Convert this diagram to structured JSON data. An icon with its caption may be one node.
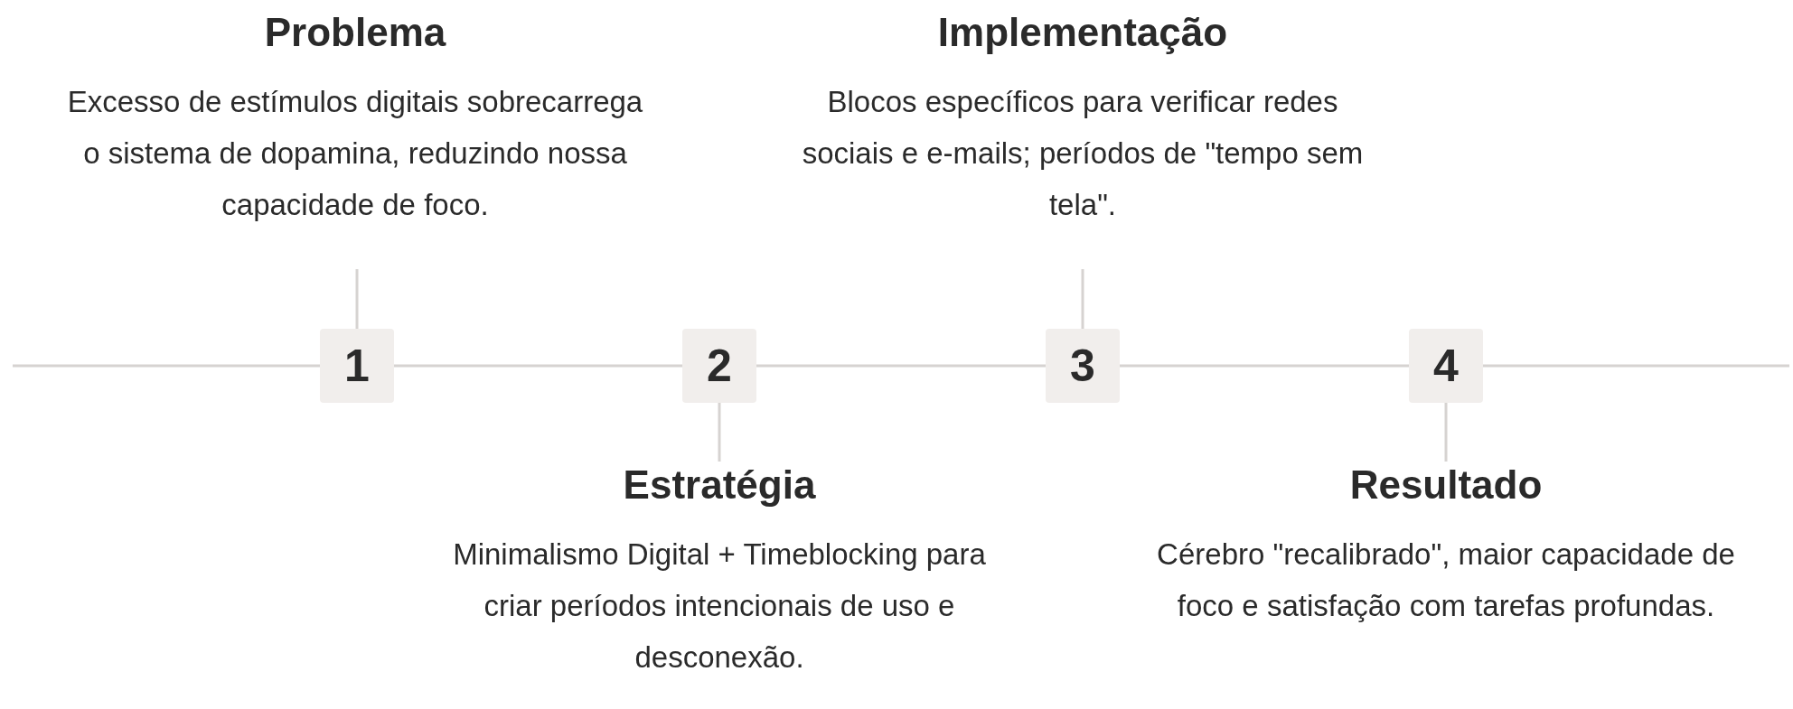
{
  "diagram": {
    "nodes": [
      {
        "text": [
          "Problema",
          "Excesso de estímulos digitais sobrecarrega o sistema de dopamina, reduzindo nossa capacidade de foco."
        ]
      },
      {
        "text": [
          "Implementação",
          "Blocos específicos para verificar redes sociais e e-mails; períodos de \"tempo sem tela\"."
        ]
      },
      {
        "text": [
          "1"
        ]
      },
      {
        "text": [
          "2"
        ]
      },
      {
        "text": [
          "3"
        ]
      },
      {
        "text": [
          "4"
        ]
      },
      {
        "text": [
          "Estratégia",
          "Minimalismo Digital + Timeblocking para criar períodos intencionais de uso e desconexão."
        ]
      },
      {
        "text": [
          "Resultado",
          "Cérebro \"recalibrado\", maior capacidade de foco e satisfação com tarefas profundas."
        ]
      }
    ],
    "edges": [
      {
        "from": 2,
        "to": 0,
        "arrow": "none"
      },
      {
        "from": 3,
        "to": 6,
        "arrow": "none"
      },
      {
        "from": 4,
        "to": 1,
        "arrow": "none"
      },
      {
        "from": 5,
        "to": 7,
        "arrow": "none"
      },
      {
        "from": 2,
        "to": 3,
        "arrow": "none"
      },
      {
        "from": 3,
        "to": 4,
        "arrow": "none"
      },
      {
        "from": 4,
        "to": 5,
        "arrow": "none"
      }
    ]
  }
}
